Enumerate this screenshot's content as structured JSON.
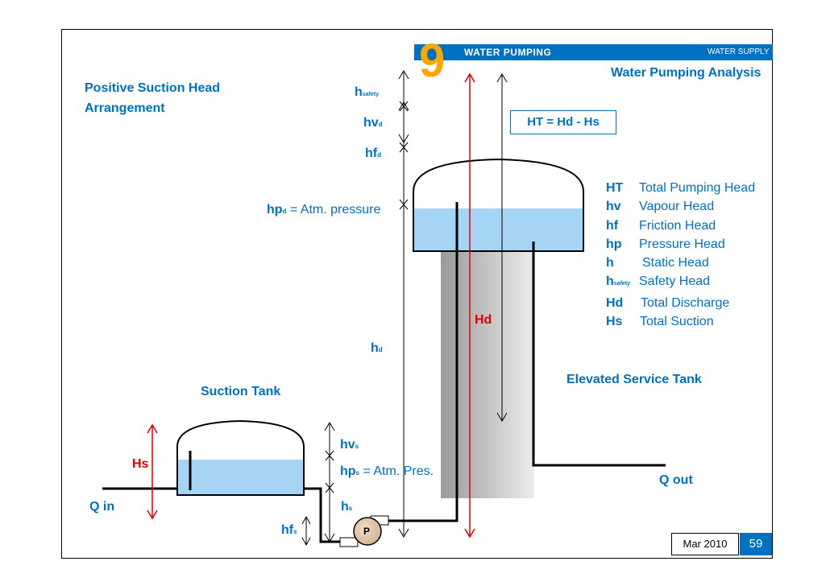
{
  "header": {
    "number": "9",
    "section": "WATER PUMPING",
    "topic": "WATER SUPPLY"
  },
  "title": "Water Pumping Analysis",
  "diagram_title": {
    "line1": "Positive Suction Head",
    "line2": "Arrangement"
  },
  "formula": "HT = Hd - Hs",
  "legend": [
    {
      "key": "HT",
      "label": "Total Pumping Head"
    },
    {
      "key": "hv",
      "label": "Vapour Head"
    },
    {
      "key": "hf",
      "label": "Friction Head"
    },
    {
      "key": "hp",
      "label": "Pressure Head"
    },
    {
      "key": "h",
      "label": "Static Head"
    },
    {
      "key": "h",
      "key_sub": "safety",
      "label": "Safety Head"
    },
    {
      "key": "Hd",
      "label": "Total Discharge"
    },
    {
      "key": "Hs",
      "label": "Total Suction"
    }
  ],
  "labels": {
    "h_safety": {
      "main": "h",
      "sub": "safety"
    },
    "hv_d": {
      "main": "hv",
      "sub": "d"
    },
    "hf_d": {
      "main": "hf",
      "sub": "d"
    },
    "hp_d": {
      "main": "hp",
      "sub": "d",
      "rest": " = Atm. pressure"
    },
    "h_d": {
      "main": "h",
      "sub": "d"
    },
    "Hd": "Hd",
    "Hs": "Hs",
    "hv_s": {
      "main": "hv",
      "sub": "s"
    },
    "hp_s": {
      "main": "hp",
      "sub": "s",
      "rest": " = Atm. Pres."
    },
    "h_s": {
      "main": "h",
      "sub": "s"
    },
    "hf_s": {
      "main": "hf",
      "sub": "s"
    },
    "pump": "P",
    "suction_tank": "Suction Tank",
    "elevated_tank": "Elevated Service Tank",
    "q_in": "Q in",
    "q_out": "Q out"
  },
  "footer": {
    "date": "Mar 2010",
    "page": "59"
  },
  "colors": {
    "accent": "#0070C0",
    "number": "#FFA500",
    "red": "#E00000",
    "water": "#A6D4F5"
  }
}
